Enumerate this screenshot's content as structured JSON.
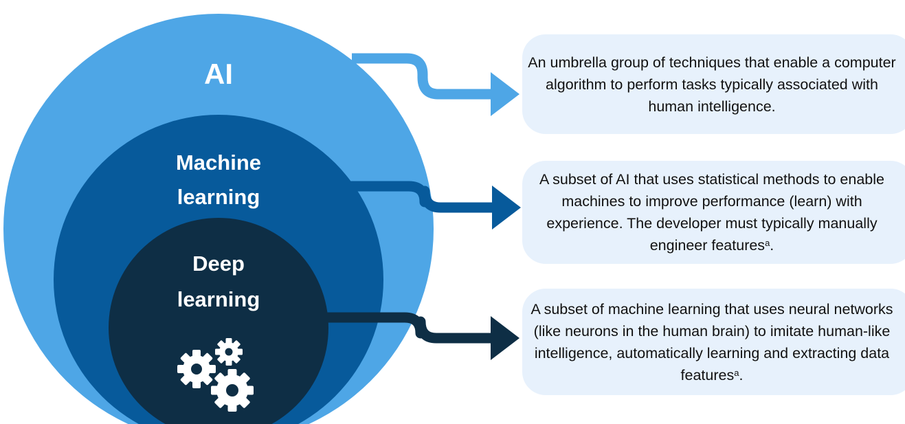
{
  "colors": {
    "ai": "#4ea6e6",
    "machine_learning": "#075a9b",
    "deep_learning": "#0e2e45",
    "description_box": "#e7f1fc",
    "label_text": "#ffffff"
  },
  "circles": {
    "ai": {
      "label": "AI"
    },
    "machine_learning": {
      "label_line1": "Machine",
      "label_line2": "learning"
    },
    "deep_learning": {
      "label_line1": "Deep",
      "label_line2": "learning",
      "icon": "gears-icon"
    }
  },
  "descriptions": {
    "ai": {
      "text": "An umbrella group of techniques that enable a computer algorithm to perform tasks typically associated with human intelligence."
    },
    "machine_learning": {
      "text": "A subset of AI that uses statistical methods to enable machines to improve performance (learn) with experience. The developer must typically manually engineer features",
      "footnote": "a",
      "suffix": "."
    },
    "deep_learning": {
      "text": "A subset of machine learning that uses neural networks (like neurons in the human brain) to imitate human-like intelligence, automatically learning and extracting data features",
      "footnote": "a",
      "suffix": "."
    }
  }
}
